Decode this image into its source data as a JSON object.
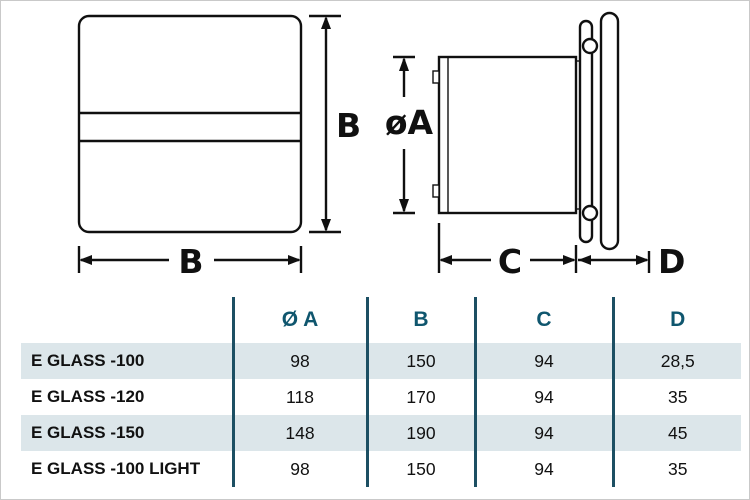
{
  "colors": {
    "line": "#101010",
    "header_text": "#0f566e",
    "divider": "#1c4f63",
    "row_alt": "#dce6ea",
    "page_bg": "#ffffff"
  },
  "diagram": {
    "front_view": {
      "height_label": "B",
      "width_label": "B"
    },
    "side_view": {
      "diameter_label": "øA",
      "depth_body_label": "C",
      "depth_panel_label": "D"
    }
  },
  "table": {
    "headers": [
      "",
      "Ø A",
      "B",
      "C",
      "D"
    ],
    "rows": [
      [
        "E GLASS -100",
        "98",
        "150",
        "94",
        "28,5"
      ],
      [
        "E GLASS -120",
        "118",
        "170",
        "94",
        "35"
      ],
      [
        "E GLASS -150",
        "148",
        "190",
        "94",
        "45"
      ],
      [
        "E GLASS -100 LIGHT",
        "98",
        "150",
        "94",
        "35"
      ]
    ]
  }
}
